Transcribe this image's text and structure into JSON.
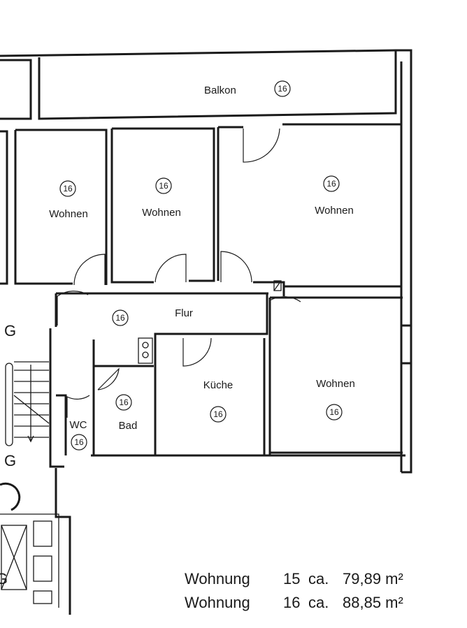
{
  "rooms": {
    "balkon": {
      "label": "Balkon",
      "unit": "16"
    },
    "wohnen_1": {
      "label": "Wohnen",
      "unit": "16"
    },
    "wohnen_2": {
      "label": "Wohnen",
      "unit": "16"
    },
    "wohnen_3": {
      "label": "Wohnen",
      "unit": "16"
    },
    "flur": {
      "label": "Flur",
      "unit": "16"
    },
    "kueche": {
      "label": "Küche",
      "unit": "16"
    },
    "wohnen_4": {
      "label": "Wohnen",
      "unit": "16"
    },
    "bad": {
      "label": "Bad",
      "unit": "16"
    },
    "wc": {
      "label": "WC",
      "unit": "16"
    }
  },
  "stair_labels": [
    "G",
    "G",
    "G"
  ],
  "areas": [
    {
      "label": "Wohnung",
      "unit": "15",
      "approx": "ca.",
      "value": "79,89 m²"
    },
    {
      "label": "Wohnung",
      "unit": "16",
      "approx": "ca.",
      "value": "88,85 m²"
    }
  ]
}
